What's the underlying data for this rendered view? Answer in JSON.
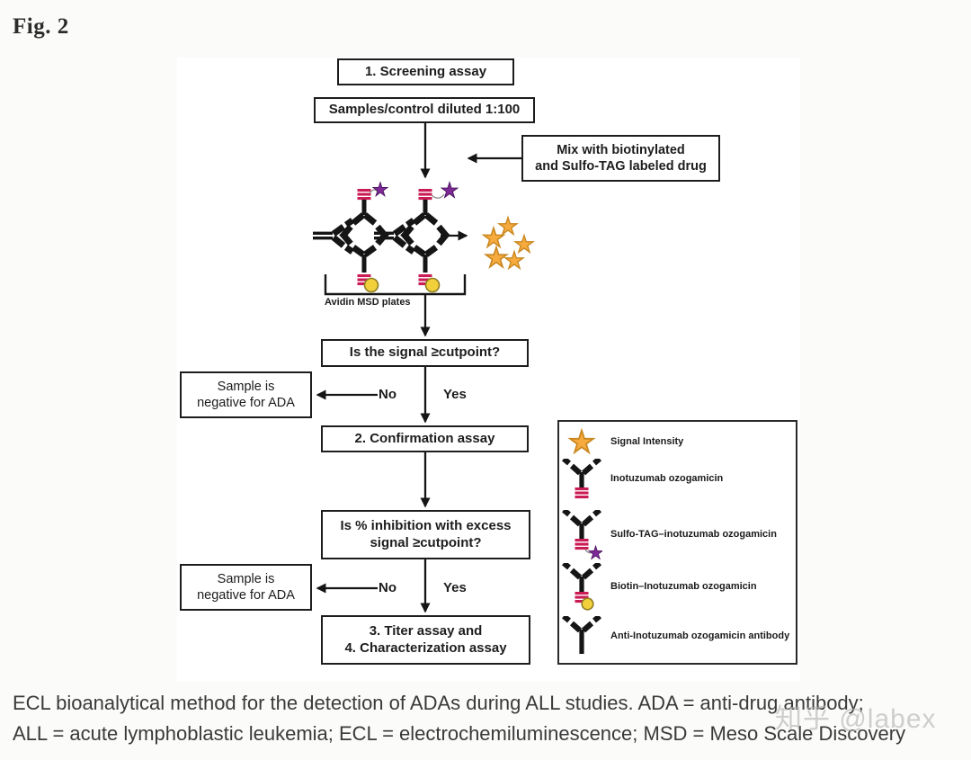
{
  "figure": {
    "label": "Fig. 2"
  },
  "flowchart": {
    "step1": "1. Screening assay",
    "dilution": "Samples/control diluted 1:100",
    "mix_line1": "Mix with biotinylated",
    "mix_line2": "and Sulfo-TAG labeled drug",
    "plate_label": "Avidin MSD plates",
    "signal_question": "Is the signal ≥cutpoint?",
    "negative_box": {
      "line1": "Sample is",
      "line2": "negative for ADA"
    },
    "no_label": "No",
    "yes_label": "Yes",
    "step2": "2. Confirmation assay",
    "inhibition_question_line1": "Is % inhibition with excess",
    "inhibition_question_line2": "signal ≥cutpoint?",
    "step3_line1": "3. Titer assay and",
    "step3_line2": "4. Characterization assay"
  },
  "legend": {
    "items": [
      {
        "icon": "signal-star-icon",
        "label": "Signal Intensity"
      },
      {
        "icon": "inotuzumab-antibody-icon",
        "label": "Inotuzumab ozogamicin"
      },
      {
        "icon": "sulfotag-antibody-icon",
        "label": "Sulfo-TAG–inotuzumab ozogamicin"
      },
      {
        "icon": "biotin-antibody-icon",
        "label": "Biotin–Inotuzumab ozogamicin"
      },
      {
        "icon": "anti-drug-antibody-icon",
        "label": "Anti-Inotuzumab ozogamicin antibody"
      }
    ]
  },
  "caption": {
    "line1": "ECL bioanalytical method for the detection of ADAs during ALL studies. ADA = anti-drug antibody;",
    "line2": "ALL = acute lymphoblastic leukemia; ECL = electrochemiluminescence; MSD = Meso Scale Discovery"
  },
  "watermark": "知乎 @labex",
  "colors": {
    "sulfo_tag_crimson": "#cb1b54",
    "signal_star_orange": "#f7ab3f",
    "tag_star_purple": "#7e2a96",
    "biotin_yellow": "#f2d03c",
    "ink_black": "#151515",
    "page_background": "#fbfbfa"
  }
}
